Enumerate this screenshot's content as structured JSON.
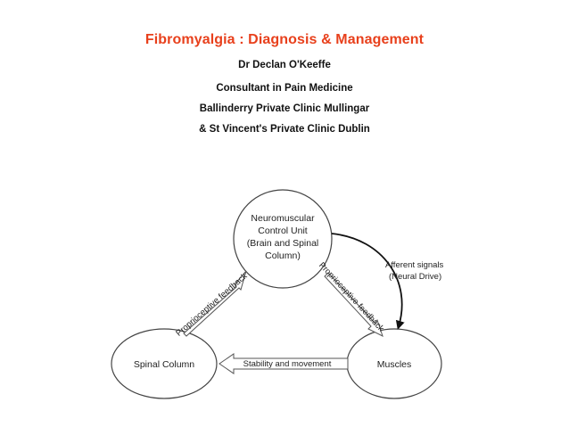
{
  "header": {
    "title": "Fibromyalgia : Diagnosis & Management",
    "author": "Dr Declan O'Keeffe",
    "role": "Consultant in Pain Medicine",
    "clinic1": "Ballinderry Private Clinic Mullingar",
    "clinic2": "& St Vincent's Private Clinic Dublin"
  },
  "diagram": {
    "nodes": {
      "top": [
        "Neuromuscular",
        "Control Unit",
        "(Brain and Spinal",
        "Column)"
      ],
      "left": "Spinal Column",
      "right": "Muscles"
    },
    "arrows": {
      "left_feedback": "Proprioceptive feedback",
      "right_feedback": "Proprioceptive feedback",
      "bottom": "Stability and movement",
      "afferent_1": "Afferent signals",
      "afferent_2": "(Neural Drive)"
    }
  }
}
